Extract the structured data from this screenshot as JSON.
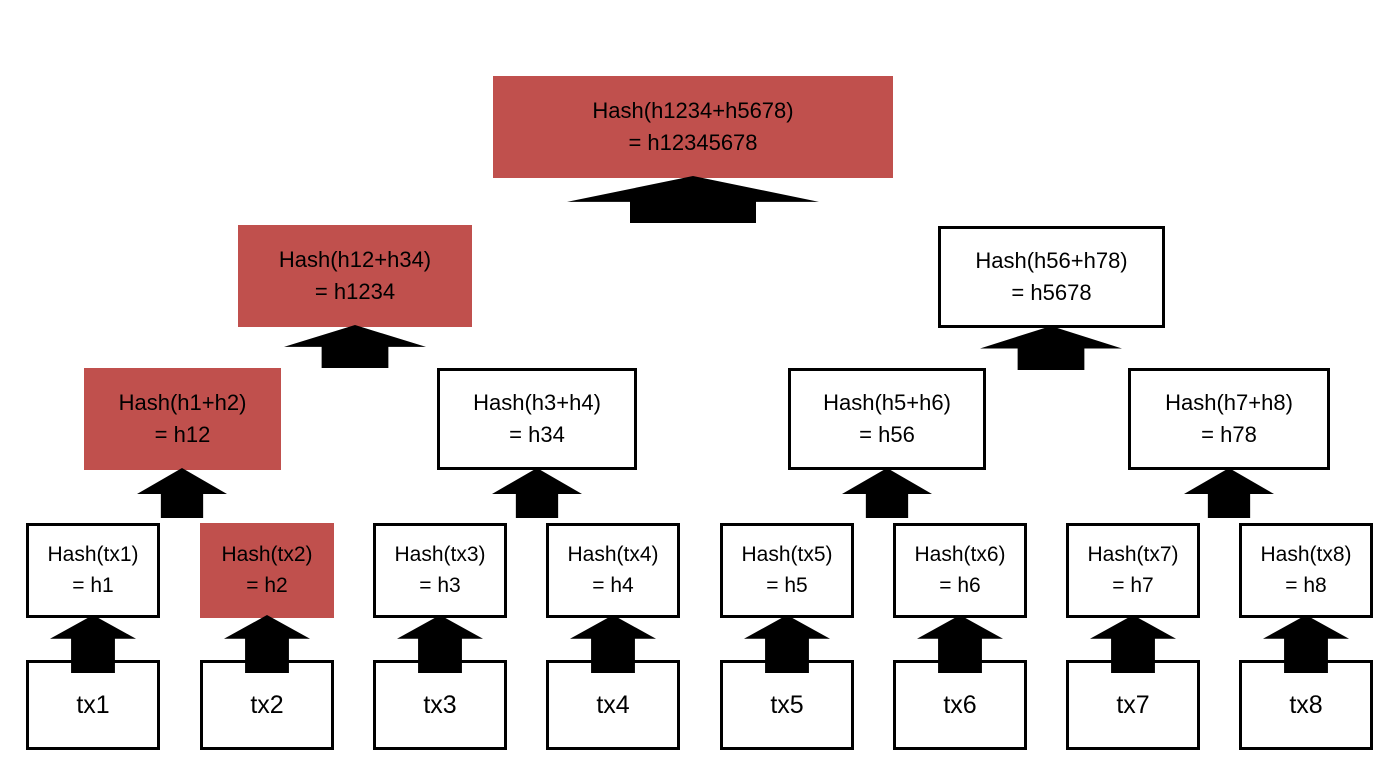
{
  "colors": {
    "highlight": "#c0504d",
    "box_background": "#ffffff",
    "border": "#000000",
    "arrow": "#000000",
    "text": "#000000"
  },
  "tree": {
    "root": {
      "formula": "Hash(h1234+h5678)",
      "result": "= h12345678",
      "highlighted": true
    },
    "level2": [
      {
        "formula": "Hash(h12+h34)",
        "result": "= h1234",
        "highlighted": true
      },
      {
        "formula": "Hash(h56+h78)",
        "result": "= h5678",
        "highlighted": false
      }
    ],
    "level3": [
      {
        "formula": "Hash(h1+h2)",
        "result": "= h12",
        "highlighted": true
      },
      {
        "formula": "Hash(h3+h4)",
        "result": "= h34",
        "highlighted": false
      },
      {
        "formula": "Hash(h5+h6)",
        "result": "= h56",
        "highlighted": false
      },
      {
        "formula": "Hash(h7+h8)",
        "result": "= h78",
        "highlighted": false
      }
    ],
    "leaves": [
      {
        "formula": "Hash(tx1)",
        "result": "= h1",
        "highlighted": false
      },
      {
        "formula": "Hash(tx2)",
        "result": "= h2",
        "highlighted": true
      },
      {
        "formula": "Hash(tx3)",
        "result": "= h3",
        "highlighted": false
      },
      {
        "formula": "Hash(tx4)",
        "result": "= h4",
        "highlighted": false
      },
      {
        "formula": "Hash(tx5)",
        "result": "= h5",
        "highlighted": false
      },
      {
        "formula": "Hash(tx6)",
        "result": "= h6",
        "highlighted": false
      },
      {
        "formula": "Hash(tx7)",
        "result": "= h7",
        "highlighted": false
      },
      {
        "formula": "Hash(tx8)",
        "result": "= h8",
        "highlighted": false
      }
    ],
    "transactions": [
      {
        "label": "tx1"
      },
      {
        "label": "tx2"
      },
      {
        "label": "tx3"
      },
      {
        "label": "tx4"
      },
      {
        "label": "tx5"
      },
      {
        "label": "tx6"
      },
      {
        "label": "tx7"
      },
      {
        "label": "tx8"
      }
    ]
  }
}
